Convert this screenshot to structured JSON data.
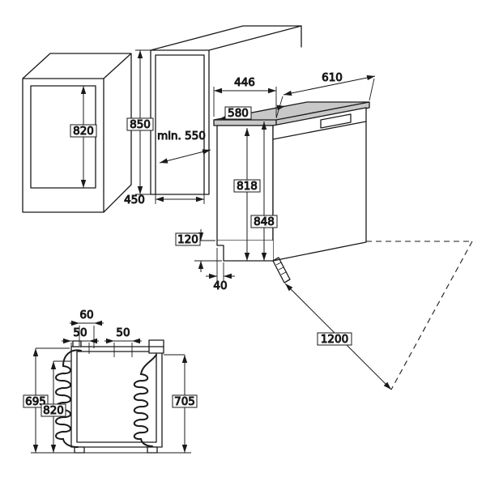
{
  "main_view": {
    "cabinet_inner_height": "820",
    "niche_height": "850",
    "niche_min_depth": "min. 550",
    "niche_width": "450",
    "top_width": "446",
    "total_depth": "610",
    "top_depth": "580",
    "height_without_top": "818",
    "height_with_top": "848",
    "plinth_height": "120",
    "plinth_recess": "40",
    "door_open_clearance": "1200"
  },
  "rear_view": {
    "top_offset": "60",
    "left_offset": "50",
    "middle_offset": "50",
    "drain_hose_height": "695",
    "body_height": "820",
    "inlet_hose_height": "705"
  },
  "colors": {
    "line": "#1a1a1a",
    "worktop_fill": "#c8c8c8",
    "background": "#ffffff"
  }
}
